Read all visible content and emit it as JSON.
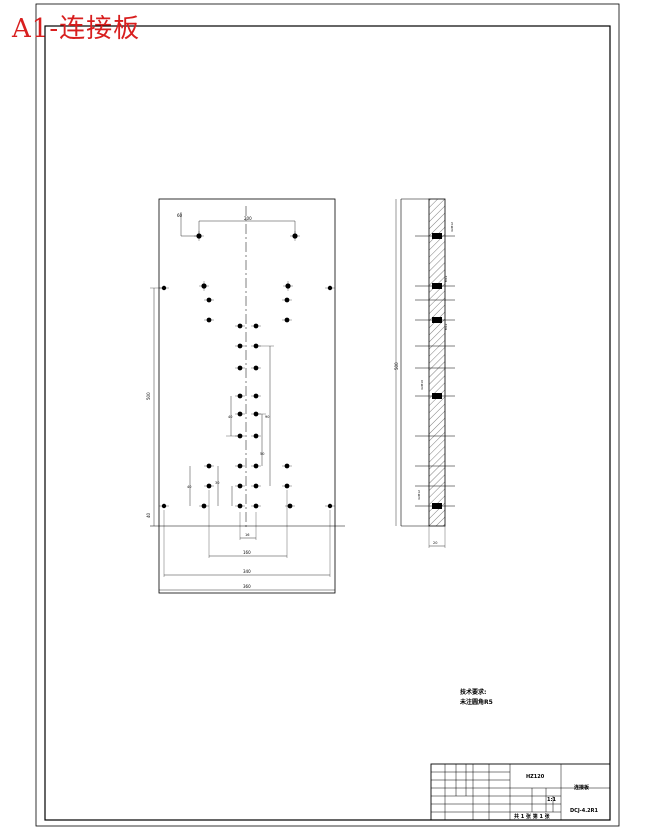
{
  "sheet": {
    "title": "A1-连接板",
    "title_color": "#d81f1f"
  },
  "notes": {
    "heading": "技术要求:",
    "line1": "未注圆角R5"
  },
  "title_block": {
    "model": "HZ120",
    "part_name": "连接板",
    "drawing_no": "DCJ-4.2R1",
    "scale": "1:1",
    "sheet": "共 1 张 第 1 张"
  }
}
